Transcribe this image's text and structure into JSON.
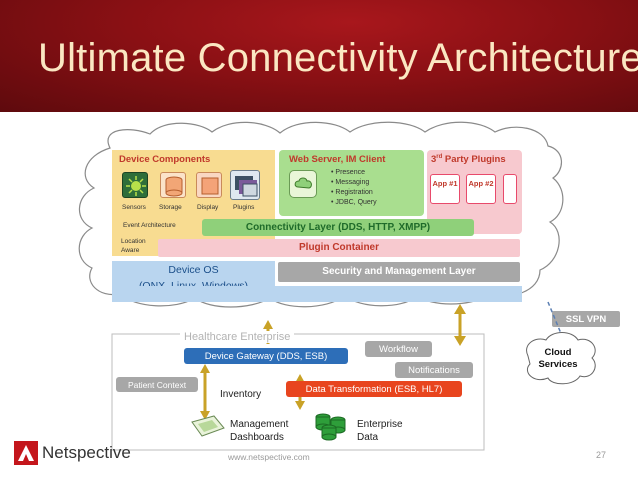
{
  "slide": {
    "title": "Ultimate Connectivity Architecture",
    "page_number": "27",
    "footer_url": "www.netspective.com",
    "brand": "Netspective"
  },
  "device": {
    "components_title": "Device Components",
    "component_icons": [
      "Sensors",
      "Storage",
      "Display",
      "Plugins"
    ],
    "event_architecture": "Event Architecture",
    "location_aware": "Location Aware",
    "os_title": "Device OS",
    "os_detail": "(QNX, Linux, Windows)"
  },
  "web_server": {
    "title": "Web Server, IM Client",
    "bullets": [
      "Presence",
      "Messaging",
      "Registration",
      "JDBC, Query"
    ]
  },
  "plugins": {
    "title_pre": "3",
    "title_sup": "rd",
    "title_post": " Party Plugins",
    "apps": [
      "App #1",
      "App #2"
    ]
  },
  "layers": {
    "connectivity": "Connectivity Layer (DDS, HTTP, XMPP)",
    "plugin_container": "Plugin Container",
    "security": "Security and Management Layer"
  },
  "vpn": "SSL VPN",
  "cloud_services": "Cloud Services",
  "enterprise": {
    "title": "Healthcare Enterprise",
    "device_gateway": "Device Gateway (DDS, ESB)",
    "workflow": "Workflow",
    "notifications": "Notifications",
    "patient_context": "Patient Context",
    "inventory": "Inventory",
    "data_transformation": "Data Transformation (ESB, HL7)",
    "management_dashboards": "Management Dashboards",
    "enterprise_data": "Enterprise Data"
  },
  "colors": {
    "title_band": "#8a1014",
    "title_text": "#fbe7c2",
    "device_yellow": "#f8dc91",
    "green": "#8fd07a",
    "pink": "#e84a6b",
    "blue_light": "#b9d5ef",
    "gateway_blue": "#2d6eb8",
    "orange_red": "#e8451e",
    "arrow_gold": "#c9a227"
  }
}
